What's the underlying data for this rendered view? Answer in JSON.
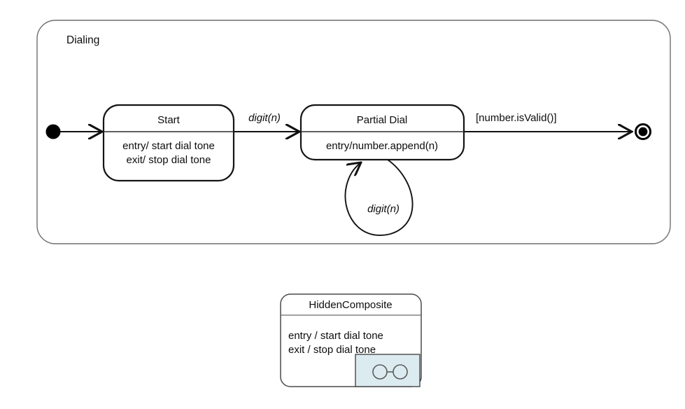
{
  "diagram": {
    "type": "uml-state-machine",
    "background": "#ffffff",
    "accent_overlay_fill": "#dcebf0"
  },
  "region": {
    "name": "Dialing"
  },
  "states": [
    {
      "id": "start",
      "name": "Start",
      "lines": [
        "entry/ start dial tone",
        "exit/ stop dial tone"
      ]
    },
    {
      "id": "partial-dial",
      "name": "Partial Dial",
      "lines": [
        "entry/number.append(n)"
      ]
    },
    {
      "id": "hidden-composite",
      "name": "HiddenComposite",
      "lines": [
        "entry / start dial tone",
        "exit / stop dial tone"
      ]
    }
  ],
  "pseudostates": {
    "initial": "initial-state",
    "final": "final-state"
  },
  "transitions": [
    {
      "id": "initial-to-start",
      "from": "initial-state",
      "to": "start",
      "label": ""
    },
    {
      "id": "start-to-partial",
      "from": "start",
      "to": "partial-dial",
      "label": "digit(n)",
      "style": "italic"
    },
    {
      "id": "partial-self-loop",
      "from": "partial-dial",
      "to": "partial-dial",
      "label": "digit(n)",
      "style": "italic"
    },
    {
      "id": "partial-to-final",
      "from": "partial-dial",
      "to": "final-state",
      "label": "[number.isValid()]",
      "style": "guard"
    }
  ],
  "decomposition_indicator": {
    "name": "hidden-decomposition-icon",
    "description": "two small circles joined by a line"
  }
}
